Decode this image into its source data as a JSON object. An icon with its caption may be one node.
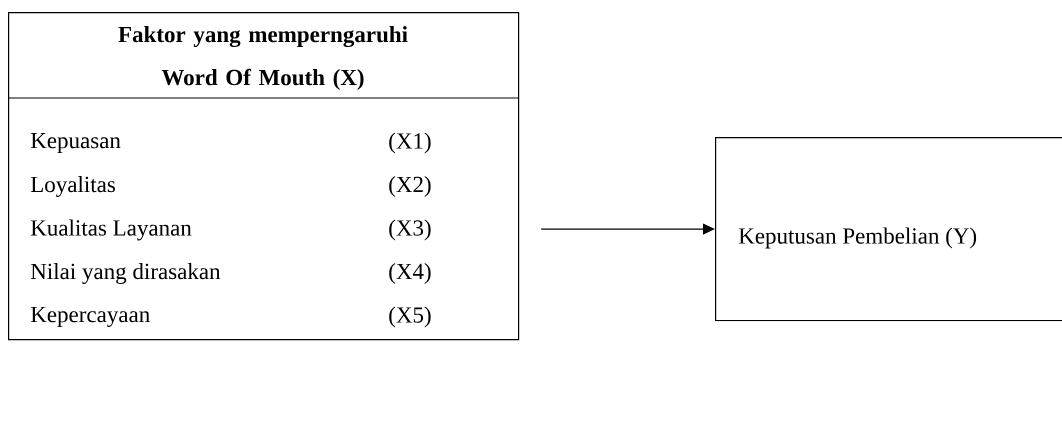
{
  "diagram": {
    "nodes": [
      {
        "text": [
          "Faktor yang memperngaruhi Word Of Mouth (X)",
          "Kepuasan",
          "(X1)",
          "Loyalitas",
          "(X2)",
          "Kualitas Layanan",
          "(X3)",
          "Nilai yang dirasakan",
          "(X4)",
          "Kepercayaan",
          "(X5)"
        ]
      },
      {
        "text": [
          "Keputusan Pembelian (Y)"
        ]
      }
    ],
    "edges": [
      {
        "from": 0,
        "to": 1,
        "arrow": "to"
      }
    ]
  }
}
